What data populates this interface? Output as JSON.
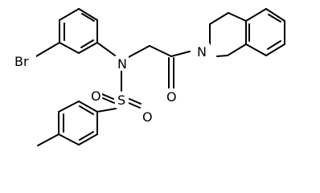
{
  "molecule": {
    "atoms": {
      "br": "Br",
      "n_sulfonamide": "N",
      "n_ring": "N",
      "s": "S",
      "o_carbonyl": "O",
      "o_sulfonyl_left": "O",
      "o_sulfonyl_right": "O"
    },
    "colors": {
      "bond": "#000000",
      "label": "#000000",
      "background": "#ffffff"
    }
  }
}
